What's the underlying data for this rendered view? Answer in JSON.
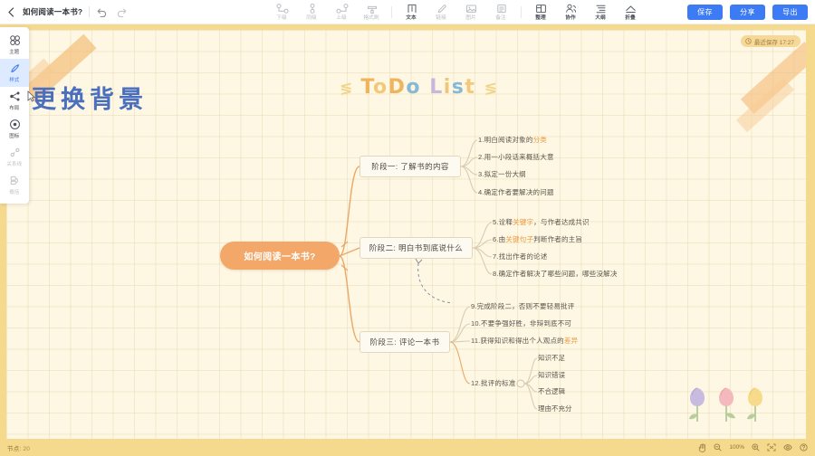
{
  "topbar": {
    "back_icon": "chevron-left-icon",
    "doc_title": "如何阅读一本书?",
    "undo_icon": "undo-icon",
    "redo_icon": "redo-icon",
    "tools": [
      {
        "label": "下级",
        "icon": "add-child-node-icon",
        "enabled": false
      },
      {
        "label": "同级",
        "icon": "add-sibling-node-icon",
        "enabled": false
      },
      {
        "label": "上级",
        "icon": "add-parent-node-icon",
        "enabled": false
      },
      {
        "label": "格式刷",
        "icon": "format-brush-icon",
        "enabled": false
      },
      {
        "label": "文本",
        "icon": "text-icon",
        "enabled": true
      },
      {
        "label": "链接",
        "icon": "link-icon",
        "enabled": false
      },
      {
        "label": "图片",
        "icon": "image-icon",
        "enabled": false
      },
      {
        "label": "备注",
        "icon": "note-icon",
        "enabled": false
      },
      {
        "label": "整理",
        "icon": "arrange-icon",
        "enabled": true
      },
      {
        "label": "协作",
        "icon": "collaborate-icon",
        "enabled": true
      },
      {
        "label": "大纲",
        "icon": "outline-icon",
        "enabled": true
      },
      {
        "label": "折叠",
        "icon": "collapse-icon",
        "enabled": true
      }
    ],
    "actions": [
      {
        "label": "保存",
        "name": "save-button"
      },
      {
        "label": "分享",
        "name": "share-button"
      },
      {
        "label": "导出",
        "name": "export-button"
      }
    ]
  },
  "sidebar": {
    "items": [
      {
        "label": "主题",
        "icon": "theme-icon",
        "state": "normal"
      },
      {
        "label": "样式",
        "icon": "style-icon",
        "state": "active"
      },
      {
        "label": "布局",
        "icon": "layout-icon",
        "state": "normal"
      },
      {
        "label": "图标",
        "icon": "sticker-icon",
        "state": "normal"
      },
      {
        "label": "关系线",
        "icon": "relation-line-icon",
        "state": "muted"
      },
      {
        "label": "概括",
        "icon": "summary-icon",
        "state": "muted"
      }
    ]
  },
  "canvas": {
    "saved_badge": {
      "icon": "clock-icon",
      "text": "最近保存 17:27"
    },
    "headline": "更换背景",
    "todo_title": {
      "left_dec": "≶",
      "chars": "ToDo List",
      "right_dec": "≶"
    },
    "accent_color": "#f3a869",
    "highlight_color": "#ef9a3f",
    "headline_color": "#4a6fbf",
    "background_color": "#fdf7e3"
  },
  "mindmap": {
    "root": "如何阅读一本书?",
    "branches": [
      {
        "title": "阶段一: 了解书的内容",
        "leaves": [
          {
            "pre": "1.明白阅读对象的",
            "hl": "分类",
            "post": ""
          },
          {
            "pre": "2.用一小段话来概括大意",
            "hl": "",
            "post": ""
          },
          {
            "pre": "3.拟定一份大纲",
            "hl": "",
            "post": ""
          },
          {
            "pre": "4.确定作者要解决的问题",
            "hl": "",
            "post": ""
          }
        ]
      },
      {
        "title": "阶段二: 明白书到底说什么",
        "leaves": [
          {
            "pre": "5.诠释",
            "hl": "关键字",
            "post": "，与作者达成共识"
          },
          {
            "pre": "6.由",
            "hl": "关键句子",
            "post": "判断作者的主旨"
          },
          {
            "pre": "7.找出作者的论述",
            "hl": "",
            "post": ""
          },
          {
            "pre": "8.确定作者解决了哪些问题，哪些没解决",
            "hl": "",
            "post": ""
          }
        ]
      },
      {
        "title": "阶段三: 评论一本书",
        "leaves": [
          {
            "pre": "9.完成阶段二，否则不要轻易批评",
            "hl": "",
            "post": ""
          },
          {
            "pre": "10.不要争强好胜，非辩到底不可",
            "hl": "",
            "post": ""
          },
          {
            "pre": "11.获得知识和得出个人观点的",
            "hl": "差异",
            "post": ""
          },
          {
            "pre": "12.",
            "hl": "批评的标准",
            "post": "",
            "boxed": true
          }
        ],
        "sub_items": [
          "知识不足",
          "知识错误",
          "不合逻辑",
          "理由不充分"
        ]
      }
    ]
  },
  "statusbar": {
    "node_count_label": "节点:",
    "node_count_value": "20",
    "zoom_level": "100%",
    "icons": [
      "hand-tool-icon",
      "zoom-out-icon",
      "zoom-in-icon",
      "fit-screen-icon",
      "preview-eye-icon",
      "help-icon"
    ]
  }
}
